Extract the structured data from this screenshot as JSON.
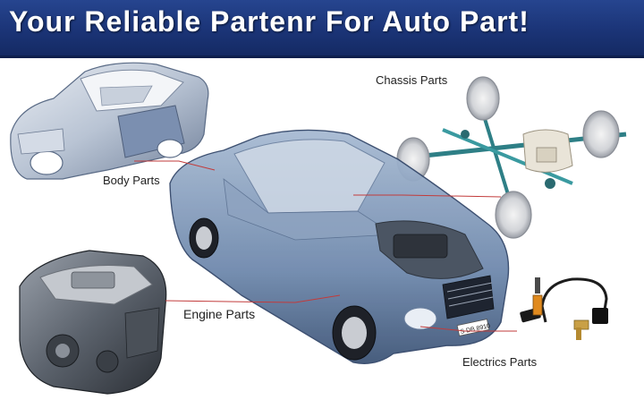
{
  "banner": {
    "title": "Your Reliable Partenr For Auto Part!",
    "background": "#1b3477",
    "text_color": "#ffffff"
  },
  "labels": {
    "chassis": "Chassis Parts",
    "body": "Body Parts",
    "engine": "Engine Parts",
    "electrics": "Electrics Parts"
  },
  "car": {
    "plate": "S DB 8910"
  },
  "colors": {
    "car_body": "#7f98b8",
    "chassis_axle": "#2e7f86",
    "pointer_line": "#c23b3b"
  }
}
